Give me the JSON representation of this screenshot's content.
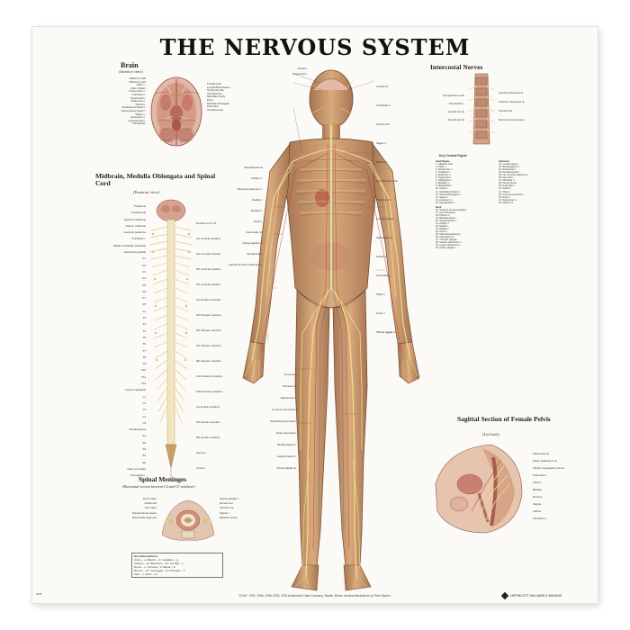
{
  "poster": {
    "title": "THE NERVOUS SYSTEM",
    "sections": {
      "brain": {
        "title": "Brain",
        "subtitle": "(Inferior view)"
      },
      "spinal": {
        "title": "Midbrain, Medulla Oblongata and Spinal Cord",
        "subtitle": "(Posterior view)"
      },
      "meninges": {
        "title": "Spinal Meninges",
        "subtitle": "(Horizontal section between C4 and C5 vertebrae)"
      },
      "intercostal": {
        "title": "Intercostal Nerves"
      },
      "pelvis": {
        "title": "Sagittal Section of Female Pelvis",
        "subtitle": "(Left half)"
      },
      "key": {
        "title": "Key Central Figure"
      }
    },
    "key_abbreviations": {
      "title": "Key Abbreviations",
      "rows": [
        "Artery – a.   Branch – br.   Ganglion – g.",
        "Arteries – aa.   Branches – brr.   Lumbar – L",
        "Nerve – n.   Cervical – C   Sacral – S",
        "Nerves – nn.   Coccygeal – Co   Thoracic – T",
        "Vein – v.   Veins – vv."
      ]
    },
    "footer": "©1947, 1991, 1996, 1998, 2000, 2003 Anatomical Chart Company, Skokie, Illinois. Medical illustrations by Peter Bachin.",
    "logo": "LIPPINCOTT WILLIAMS & WILKINS",
    "code": "9545"
  },
  "labels": {
    "brain_left": [
      "Olfactory bulb",
      "Olfactory tract",
      "Optic n.",
      "Optic chiasm",
      "Oculomotor n.",
      "Trochlear n.",
      "Trigeminal n.",
      "Abducens n.",
      "Facial n.",
      "Vestibulocochlear n.",
      "Glossopharyngeal n.",
      "Vagus n.",
      "Accessory n.",
      "Hypoglossal n.",
      "Cerebellum"
    ],
    "brain_right": [
      "Frontal pole",
      "Longitudinal fissure",
      "Temporal pole",
      "Infundibulum",
      "Mamillary body",
      "Pons",
      "Medulla oblongata",
      "Flocculus",
      "Occipital pole"
    ],
    "spinal_left": [
      "Thalamus",
      "Pineal body",
      "Superior colliculus",
      "Inferior colliculus",
      "Cerebral peduncle",
      "Trochlear n.",
      "Middle cerebellar peduncle",
      "Fasciculus gracilis",
      "C1",
      "C2",
      "C3",
      "C4",
      "C5",
      "C6",
      "C7",
      "C8",
      "T1",
      "T2",
      "T3",
      "T4",
      "T5",
      "T6",
      "T7",
      "T8",
      "T9",
      "T10",
      "T11",
      "T12",
      "Conus medullaris",
      "L1",
      "L2",
      "L3",
      "L4",
      "L5",
      "Cauda equina",
      "S1",
      "S2",
      "S3",
      "S4",
      "S5",
      "Filum terminale",
      "Coccygeal n."
    ],
    "spinal_right": [
      "Dorsal root of C1",
      "1st cervical vertebra",
      "3rd cervical vertebra",
      "5th cervical vertebra",
      "7th cervical vertebra",
      "1st thoracic vertebra",
      "3rd thoracic vertebra",
      "5th thoracic vertebra",
      "7th thoracic vertebra",
      "9th thoracic vertebra",
      "11th thoracic vertebra",
      "12th thoracic vertebra",
      "1st lumbar vertebra",
      "3rd lumbar vertebra",
      "5th lumbar vertebra",
      "Sacrum",
      "Coccyx"
    ],
    "meninges": [
      "Dura mater",
      "Arachnoid",
      "Pia mater",
      "Subarachnoid space",
      "Denticulate ligament",
      "Spinal ganglion",
      "Dorsal root",
      "Ventral root",
      "Spinal n.",
      "Epidural space"
    ],
    "body_left": [
      "Facial n.",
      "Trigeminal n.",
      "Brachial plexus",
      "Axillary n.",
      "Musculocutaneous n.",
      "Radial n.",
      "Median n.",
      "Ulnar n.",
      "Intercostal nn.",
      "Iliohypogastric n.",
      "Ilioinguinal n.",
      "Lateral femoral cutaneous n.",
      "Femoral n.",
      "Obturator n.",
      "Saphenous n.",
      "Common peroneal n.",
      "Superficial peroneal n.",
      "Deep peroneal n.",
      "Medial plantar n.",
      "Lateral plantar n.",
      "Dorsal digital nn."
    ],
    "body_right": [
      "Cerebrum",
      "Cerebellum",
      "Spinal cord",
      "Vagus n.",
      "Phrenic n.",
      "Sympathetic trunk",
      "Thoracic nn.",
      "Lumbar plexus",
      "Sacral plexus",
      "Sciatic n.",
      "Pudendal n.",
      "Tibial n.",
      "Sural n.",
      "Plantar digital nn."
    ],
    "intercostal": [
      "Sympathetic trunk",
      "Intercostal n.",
      "Ventral ramus",
      "Dorsal ramus",
      "Lateral cutaneous br.",
      "Anterior cutaneous br.",
      "Spinal cord",
      "Rami communicantes"
    ],
    "pelvis": [
      "Sacral plexus",
      "Pelvic splanchnic nn.",
      "Inferior hypogastric plexus",
      "Pudendal n.",
      "Uterus",
      "Bladder",
      "Rectum",
      "Vagina",
      "Clitoris",
      "Obturator n."
    ],
    "key_columns": [
      {
        "header": "Head Region",
        "items": [
          "1. Olfactory bulb",
          "2. Optic n.",
          "3. Oculomotor n.",
          "4. Trochlear n.",
          "5. Abducens n.",
          "6. Trigeminal n.",
          "7. Ophthalmic n.",
          "8. Maxillary n.",
          "9. Mandibular n.",
          "10. Facial n.",
          "11. Vestibulocochlear n.",
          "12. Glossopharyngeal n.",
          "13. Vagus n.",
          "14. Accessory n.",
          "15. Hypoglossal n."
        ]
      },
      {
        "header": "Neck",
        "items": [
          "16. Superior cervical ganglion",
          "17. Cervical plexus",
          "18. Phrenic n.",
          "19. Brachial plexus",
          "20. Suprascapular n.",
          "21. Axillary n.",
          "22. Radial n.",
          "23. Median n.",
          "24. Ulnar n.",
          "25. Musculocutaneous n.",
          "26. Intercostal nn.",
          "27. Thoracic ganglia",
          "28. Greater splanchnic n.",
          "29. Lesser splanchnic n.",
          "30. Celiac ganglion"
        ]
      },
      {
        "header": "Abdomen",
        "items": [
          "31. Lumbar plexus",
          "32. Iliohypogastric n.",
          "33. Ilioinguinal n.",
          "34. Genitofemoral n.",
          "35. Lat. femoral cutaneous n.",
          "36. Femoral n.",
          "37. Obturator n.",
          "38. Sacral plexus",
          "39. Pudendal n.",
          "40. Sciatic n.",
          "41. Tibial n.",
          "42. Common peroneal n.",
          "43. Sural n.",
          "44. Saphenous n.",
          "45. Plantar nn."
        ]
      }
    ]
  }
}
